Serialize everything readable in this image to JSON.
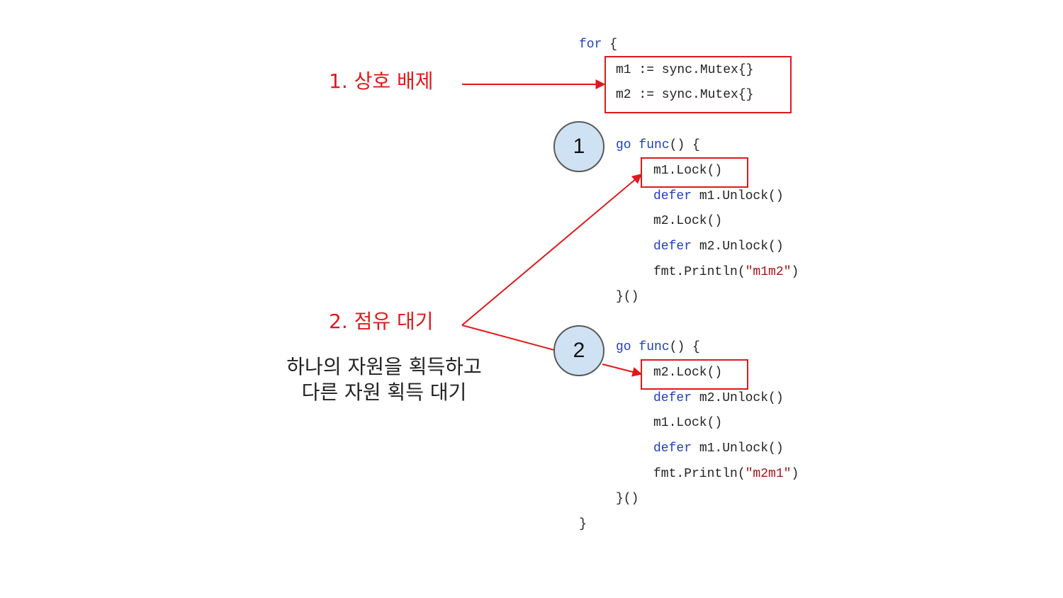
{
  "labels": {
    "mutual_exclusion": "1. 상호 배제",
    "hold_and_wait": "2. 점유 대기",
    "description_line1": "하나의 자원을 획득하고",
    "description_line2": "다른 자원 획득 대기"
  },
  "circles": [
    "1",
    "2"
  ],
  "code": {
    "for_kw": "for",
    "for_open": " {",
    "decl_m1": "m1 := sync.Mutex{}",
    "decl_m2": "m2 := sync.Mutex{}",
    "go_kw": "go",
    "func_kw": "func",
    "func_sig_rest": "() {",
    "defer_kw": "defer",
    "g1": {
      "lock_first": "m1.Lock()",
      "unlock_first": " m1.Unlock()",
      "lock_second": "m2.Lock()",
      "unlock_second": " m2.Unlock()",
      "print_prefix": "fmt.Println(",
      "print_string": "\"m1m2\"",
      "print_suffix": ")"
    },
    "g2": {
      "lock_first": "m2.Lock()",
      "unlock_first": " m2.Unlock()",
      "lock_second": "m1.Lock()",
      "unlock_second": " m1.Unlock()",
      "print_prefix": "fmt.Println(",
      "print_string": "\"m2m1\"",
      "print_suffix": ")"
    },
    "func_close": "}()",
    "for_close": "}"
  },
  "colors": {
    "annotation": "#e0181b",
    "keyword": "#1f3fbf",
    "string": "#a31515",
    "circle_fill": "#cfe2f3"
  }
}
